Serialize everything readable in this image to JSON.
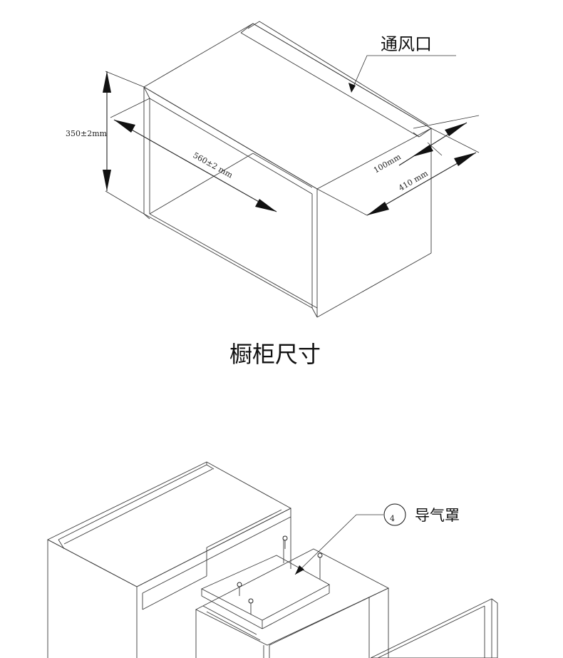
{
  "top_diagram": {
    "vent_label": "通风口",
    "dim_height": "350±2mm",
    "dim_width": "560±2 mm",
    "dim_vent": "100mm",
    "dim_depth": "410  mm",
    "caption": "橱柜尺寸"
  },
  "bottom_diagram": {
    "part_number": "4",
    "part_label": "导气罩"
  }
}
